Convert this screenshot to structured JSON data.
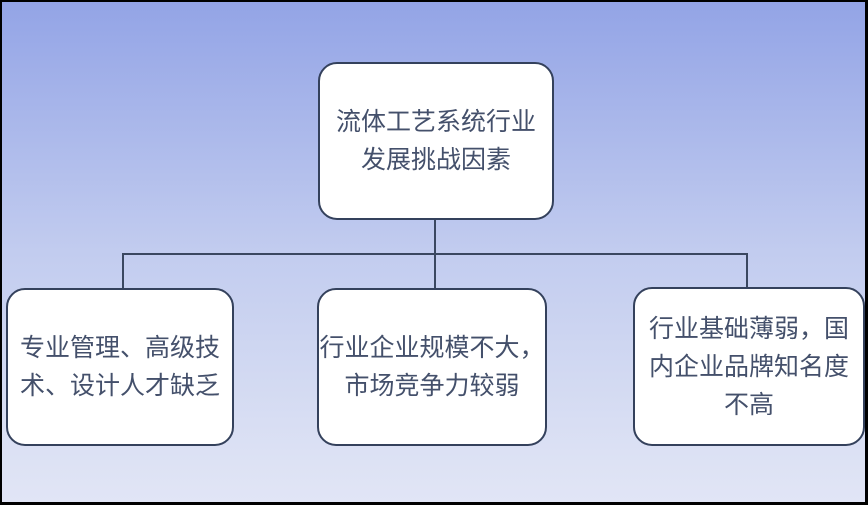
{
  "diagram": {
    "title": "流体工艺系统行业发展挑战因素",
    "root": {
      "text": "流体工艺系统行业发展挑战因素",
      "lines": [
        "流体工艺系统行业",
        "发展挑战因素"
      ]
    },
    "children": [
      {
        "text": "专业管理、高级技术、设计人才缺乏",
        "lines": [
          "专业管理、高级技",
          "术、设计人才缺乏"
        ]
      },
      {
        "text": "行业企业规模不大，市场竞争力较弱",
        "lines": [
          "行业企业规模不大，",
          "市场竞争力较弱"
        ]
      },
      {
        "text": "行业基础薄弱，国内企业品牌知名度不高",
        "lines": [
          "行业基础薄弱，国",
          "内企业品牌知名度",
          "不高"
        ]
      }
    ],
    "colors": {
      "background_top": "#93a4e6",
      "background_mid": "#c2ccef",
      "background_bottom": "#dde2f4",
      "background_end": "#e1e5f6",
      "node_fill": "#ffffff",
      "node_border": "#34415c",
      "node_text": "#44506b",
      "connector": "#3a4760",
      "frame": "#000000"
    }
  }
}
